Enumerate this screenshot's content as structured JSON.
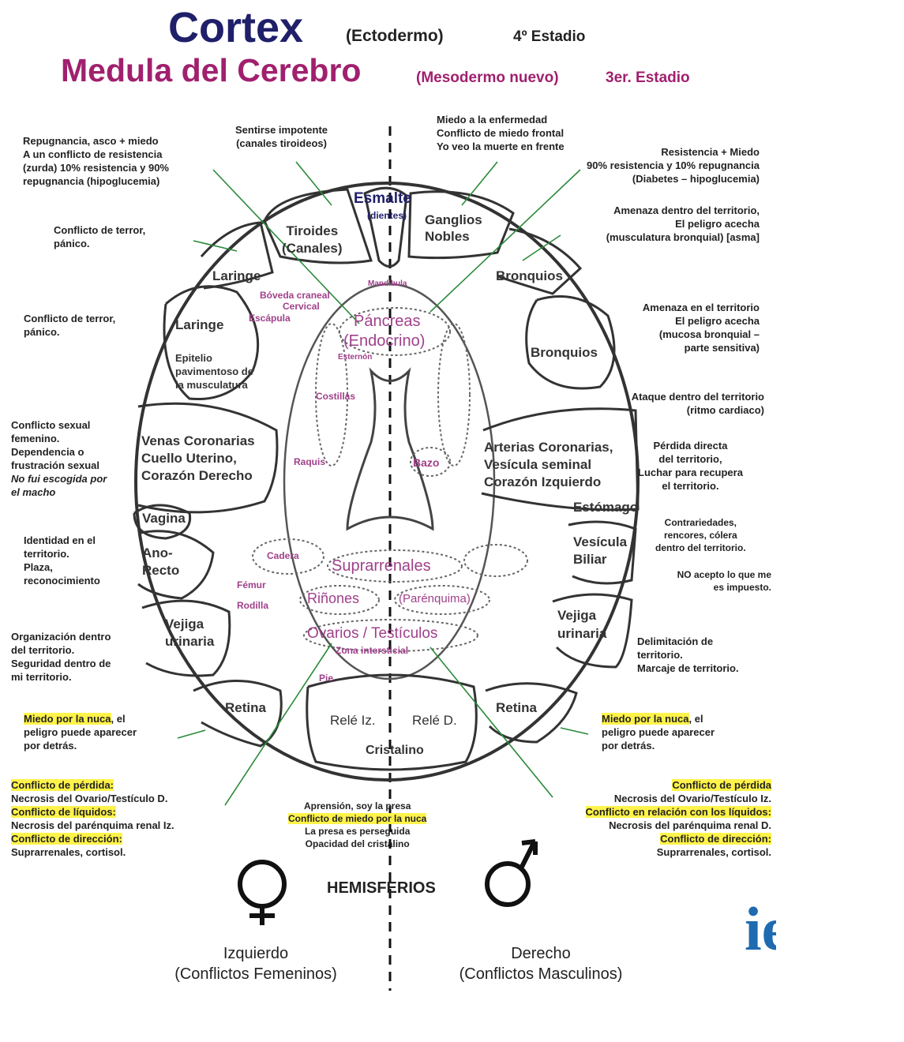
{
  "header": {
    "cortex": "Cortex",
    "cortex_note": "(Ectodermo)",
    "cortex_stage": "4º Estadio",
    "medula": "Medula del Cerebro",
    "medula_note": "(Mesodermo nuevo)",
    "medula_stage": "3er. Estadio"
  },
  "colors": {
    "cortex": "#1f1f6a",
    "medula": "#a0206e",
    "inner": "#a0408a",
    "highlight": "#fff34a",
    "logo": "#1f6ab0"
  },
  "notes": {
    "repugnancia": [
      "Repugnancia, asco + miedo",
      "A un conflicto de resistencia",
      "(zurda) 10% resistencia y 90%",
      "repugnancia (hipoglucemia)"
    ],
    "impotente": [
      "Sentirse impotente",
      "(canales tiroideos)"
    ],
    "miedo_enfermedad": [
      "Miedo a la enfermedad",
      "Conflicto de miedo frontal",
      "Yo veo la muerte en frente"
    ],
    "resistencia": [
      "Resistencia + Miedo",
      "90% resistencia y 10% repugnancia",
      "(Diabetes – hipoglucemia)"
    ],
    "terror1": [
      "Conflicto de terror,",
      "pánico."
    ],
    "amenaza_dentro": [
      "Amenaza dentro del territorio,",
      "El peligro acecha",
      "(musculatura bronquial) [asma]"
    ],
    "terror2": [
      "Conflicto de terror,",
      "pánico."
    ],
    "amenaza_en": [
      "Amenaza en el territorio",
      "El peligro acecha",
      "(mucosa bronquial –",
      "parte sensitiva)"
    ],
    "ataque": [
      "Ataque dentro del territorio",
      "(ritmo cardiaco)"
    ],
    "sexual": [
      "Conflicto sexual",
      "femenino.",
      "Dependencia o",
      "frustración sexual",
      "No fui escogida por",
      "el macho"
    ],
    "perdida_directa": [
      "Pérdida directa",
      "del territorio,",
      "Luchar para recupera",
      "el territorio."
    ],
    "contrariedades": [
      "Contrariedades,",
      "rencores, cólera",
      "dentro del territorio."
    ],
    "no_acepto": [
      "NO acepto lo que me",
      "es impuesto."
    ],
    "identidad": [
      "Identidad en el",
      "territorio.",
      "Plaza,",
      "reconocimiento"
    ],
    "organizacion": [
      "Organización dentro",
      "del territorio.",
      "Seguridad dentro de",
      "mi territorio."
    ],
    "delimitacion": [
      "Delimitación de",
      "territorio.",
      "Marcaje de territorio."
    ],
    "nuca_left": [
      "Miedo por la nuca",
      ", el",
      "peligro puede aparecer",
      "por detrás."
    ],
    "nuca_right": [
      "Miedo por la nuca",
      ", el",
      "peligro puede aparecer",
      "por detrás."
    ],
    "left_bottom": [
      "Conflicto de pérdida:",
      "Necrosis del Ovario/Testículo D.",
      "Conflicto de líquidos:",
      "Necrosis del parénquima renal Iz.",
      "Conflicto de dirección:",
      "Suprarrenales, cortisol."
    ],
    "right_bottom": [
      "Conflicto de pérdida",
      "Necrosis del Ovario/Testículo Iz.",
      "Conflicto en relación con los líquidos:",
      "Necrosis del parénquima renal D.",
      "Conflicto de dirección:",
      "Suprarrenales, cortisol."
    ],
    "center_bottom": [
      "Aprensión, soy la presa",
      "Conflicto de miedo por la nuca",
      "La presa es perseguida",
      "Opacidad del cristalino"
    ]
  },
  "regions": {
    "esmalte": "Esmalte",
    "dientes": "(dientes)",
    "ganglios": [
      "Ganglios",
      "Nobles"
    ],
    "tiroides": [
      "Tiroides",
      "(Canales)"
    ],
    "laringe_top": "Laringe",
    "bronquios_top": "Bronquios",
    "laringe": "Laringe",
    "epitelio": [
      "Epitelio",
      "pavimentoso de",
      "la musculatura"
    ],
    "bronquios": "Bronquios",
    "venas": [
      "Venas Coronarias",
      "Cuello Uterino,",
      "Corazón Derecho"
    ],
    "arterias": [
      "Arterias Coronarias,",
      "Vesícula seminal",
      "Corazón Izquierdo"
    ],
    "estomago": "Estómago",
    "vagina": "Vagina",
    "ano": [
      "Ano-",
      "Recto"
    ],
    "vesicula": [
      "Vesícula",
      "Biliar"
    ],
    "vejiga_l": [
      "Vejiga",
      "urinaria"
    ],
    "vejiga_r": [
      "Vejiga",
      "urinaria"
    ],
    "retina_l": "Retina",
    "retina_r": "Retina",
    "rele_l": "Relé Iz.",
    "rele_r": "Relé D.",
    "cristalino": "Cristalino"
  },
  "medula_labels": {
    "pancreas": "Páncreas",
    "endocrino": "(Endocrino)",
    "suprarrenales": "Suprarrenales",
    "rinones": "Riñones",
    "parenquima": "(Parénquima)",
    "ovarios": "Ovarios / Testículos",
    "zona": "Zona intersticial",
    "boveda": "Bóveda craneal",
    "cervical": "Cervical",
    "escapula": "Escápula",
    "mandibula": "Mandíbula",
    "costillas": "Costillas",
    "esternon": "Esternón",
    "raquis": "Raquis",
    "bazo": "Bazo",
    "cadera": "Cadera",
    "femur": "Fémur",
    "rodilla": "Rodilla",
    "pie": "Pie"
  },
  "footer": {
    "hemisferios": "HEMISFERIOS",
    "izquierdo": "Izquierdo",
    "femeninos": "(Conflictos Femeninos)",
    "derecho": "Derecho",
    "masculinos": "(Conflictos Masculinos)",
    "logo": "ie"
  }
}
